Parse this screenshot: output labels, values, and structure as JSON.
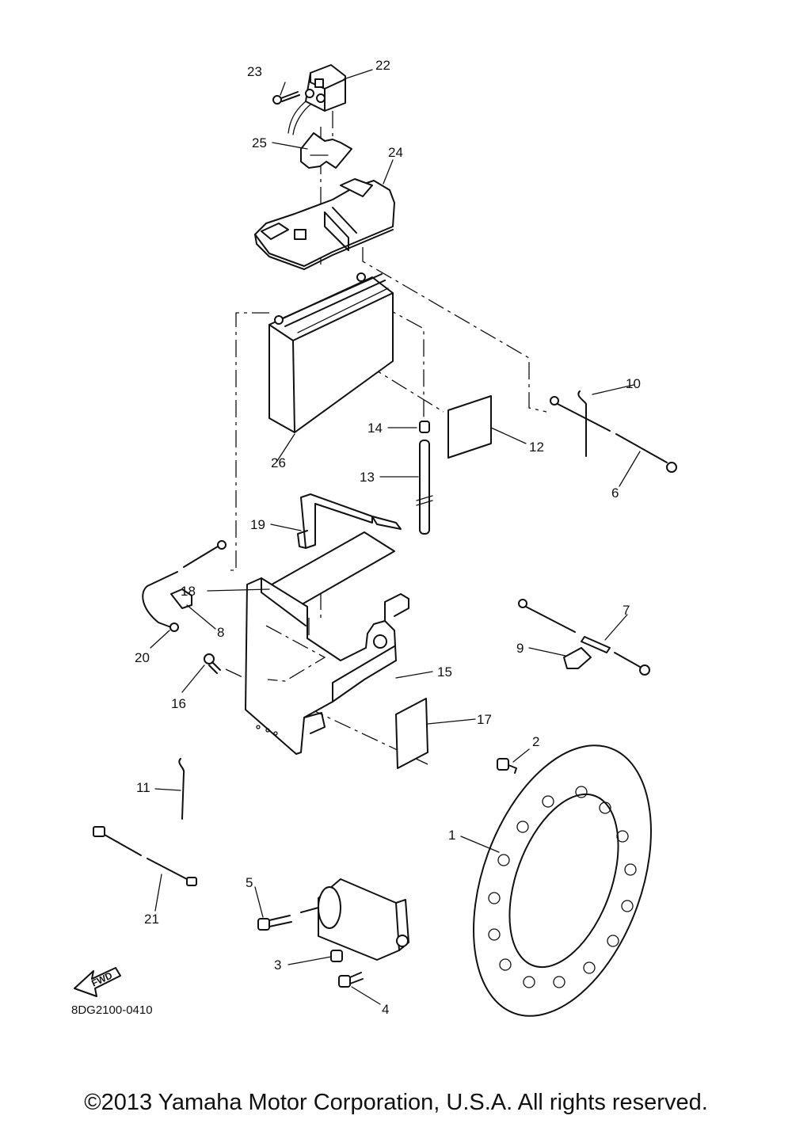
{
  "diagram": {
    "drawing_code": "8DG2100-0410",
    "fwd_label": "FWD",
    "callouts": [
      {
        "id": "1",
        "label": "1"
      },
      {
        "id": "2",
        "label": "2"
      },
      {
        "id": "3",
        "label": "3"
      },
      {
        "id": "4",
        "label": "4"
      },
      {
        "id": "5",
        "label": "5"
      },
      {
        "id": "6",
        "label": "6"
      },
      {
        "id": "7",
        "label": "7"
      },
      {
        "id": "8",
        "label": "8"
      },
      {
        "id": "9",
        "label": "9"
      },
      {
        "id": "10",
        "label": "10"
      },
      {
        "id": "11",
        "label": "11"
      },
      {
        "id": "12",
        "label": "12"
      },
      {
        "id": "13",
        "label": "13"
      },
      {
        "id": "14",
        "label": "14"
      },
      {
        "id": "15",
        "label": "15"
      },
      {
        "id": "16",
        "label": "16"
      },
      {
        "id": "17",
        "label": "17"
      },
      {
        "id": "18",
        "label": "18"
      },
      {
        "id": "19",
        "label": "19"
      },
      {
        "id": "20",
        "label": "20"
      },
      {
        "id": "21",
        "label": "21"
      },
      {
        "id": "22",
        "label": "22"
      },
      {
        "id": "23",
        "label": "23"
      },
      {
        "id": "24",
        "label": "24"
      },
      {
        "id": "25",
        "label": "25"
      },
      {
        "id": "26",
        "label": "26"
      }
    ]
  },
  "footer": {
    "copyright": "©2013 Yamaha Motor Corporation, U.S.A. All rights reserved."
  }
}
